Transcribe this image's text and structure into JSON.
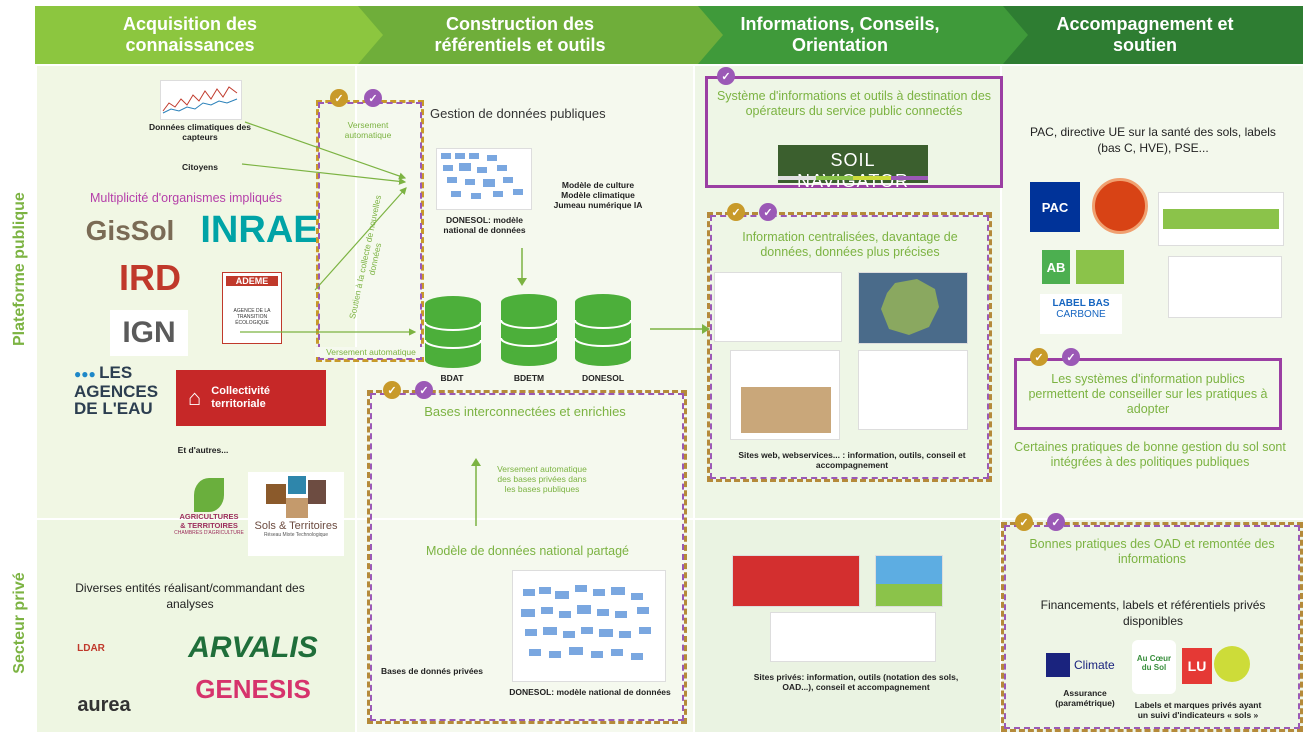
{
  "headers": [
    {
      "line1": "Acquisition des",
      "line2": "connaissances"
    },
    {
      "line1": "Construction des",
      "line2": "référentiels et outils"
    },
    {
      "line1": "Informations, Conseils,",
      "line2": "Orientation"
    },
    {
      "line1": "Accompagnement et",
      "line2": "soutien"
    }
  ],
  "rows": {
    "public": "Plateforme publique",
    "private": "Secteur privé"
  },
  "col1": {
    "climate_data": "Données climatiques des capteurs",
    "citizens": "Citoyens",
    "orgs_title": "Multiplicité d'organismes impliqués",
    "logos": {
      "gissol": "GisSol",
      "inrae": "INRAE",
      "ird": "IRD",
      "ademe": "ADEME",
      "ademe_sub": "AGENCE DE LA TRANSITION ÉCOLOGIQUE",
      "ign": "IGN",
      "agences_line1": "LES",
      "agences_line2": "AGENCES",
      "agences_line3": "DE L'EAU",
      "collectivite_line1": "Collectivité",
      "collectivite_line2": "territoriale",
      "agri_line1": "AGRICULTURES",
      "agri_line2": "& TERRITOIRES",
      "agri_line3": "CHAMBRES D'AGRICULTURE",
      "sols_territoires": "Sols & Territoires",
      "sols_sub": "Réseau Mixte Technologique",
      "ldar": "LDAR",
      "arvalis": "ARVALIS",
      "genesis": "GENESIS",
      "aurea": "aurea"
    },
    "others": "Et d'autres...",
    "private_text": "Diverses entités réalisant/commandant des analyses"
  },
  "col2": {
    "versement_auto_top": "Versement automatique",
    "soutien_collecte": "Soutien à la collecte de nouvelles données",
    "versement_auto_bottom": "Versement automatique",
    "gestion_title": "Gestion de données publiques",
    "donesol_caption": "DONESOL: modèle national de données",
    "models_list": "Modèle de culture Modèle climatique Jumeau numérique IA",
    "databases": [
      "BDAT",
      "BDETM",
      "DONESOL"
    ],
    "interco_title": "Bases interconnectées et enrichies",
    "versement_prive": "Versement automatique des bases privées dans les bases publiques",
    "modele_national": "Modèle de données national partagé",
    "bases_privees": "Bases de donnés privées",
    "donesol_caption2": "DONESOL: modèle national de données"
  },
  "col3": {
    "systeme_info": "Système d'informations et outils à destination des opérateurs du service public connectés",
    "soil_navigator": "SOIL NAVIGATOR",
    "info_centralisees": "Information centralisées, davantage de données, données plus précises",
    "sites_web": "Sites web, webservices... : information, outils, conseil et accompagnement",
    "sites_prives": "Sites privés: information, outils (notation des sols, OAD...), conseil et accompagnement"
  },
  "col4": {
    "pac_text": "PAC, directive UE sur la santé des sols, labels (bas C, HVE), PSE...",
    "pac_logo": "PAC",
    "ab_logo": "AB",
    "label_bas_carbone_line1": "LABEL BAS",
    "label_bas_carbone_line2": "CARBONE",
    "systemes_publics": "Les systèmes d'information publics permettent de conseiller sur les pratiques à adopter",
    "certaines_pratiques": "Certaines pratiques de bonne gestion du sol sont intégrées à des politiques publiques",
    "bonnes_pratiques": "Bonnes pratiques des OAD et remontée des informations",
    "financements": "Financements, labels et référentiels privés disponibles",
    "axa_climate": "Climate",
    "assurance": "Assurance (paramétrique)",
    "labels_marques": "Labels et marques privés ayant un suivi d'indicateurs « sols »",
    "au_coeur": "Au Cœur du Sol",
    "lu": "LU"
  },
  "colors": {
    "header1": "#8cc63f",
    "header2": "#6fae3a",
    "header3": "#3f9a3a",
    "header4": "#2e7d32",
    "green_text": "#7cb342",
    "purple": "#9b3fa3",
    "gold": "#c89a2a",
    "db_green": "#4caf3a"
  },
  "icons": [
    "check-icon",
    "database-icon",
    "arrow-icon"
  ]
}
